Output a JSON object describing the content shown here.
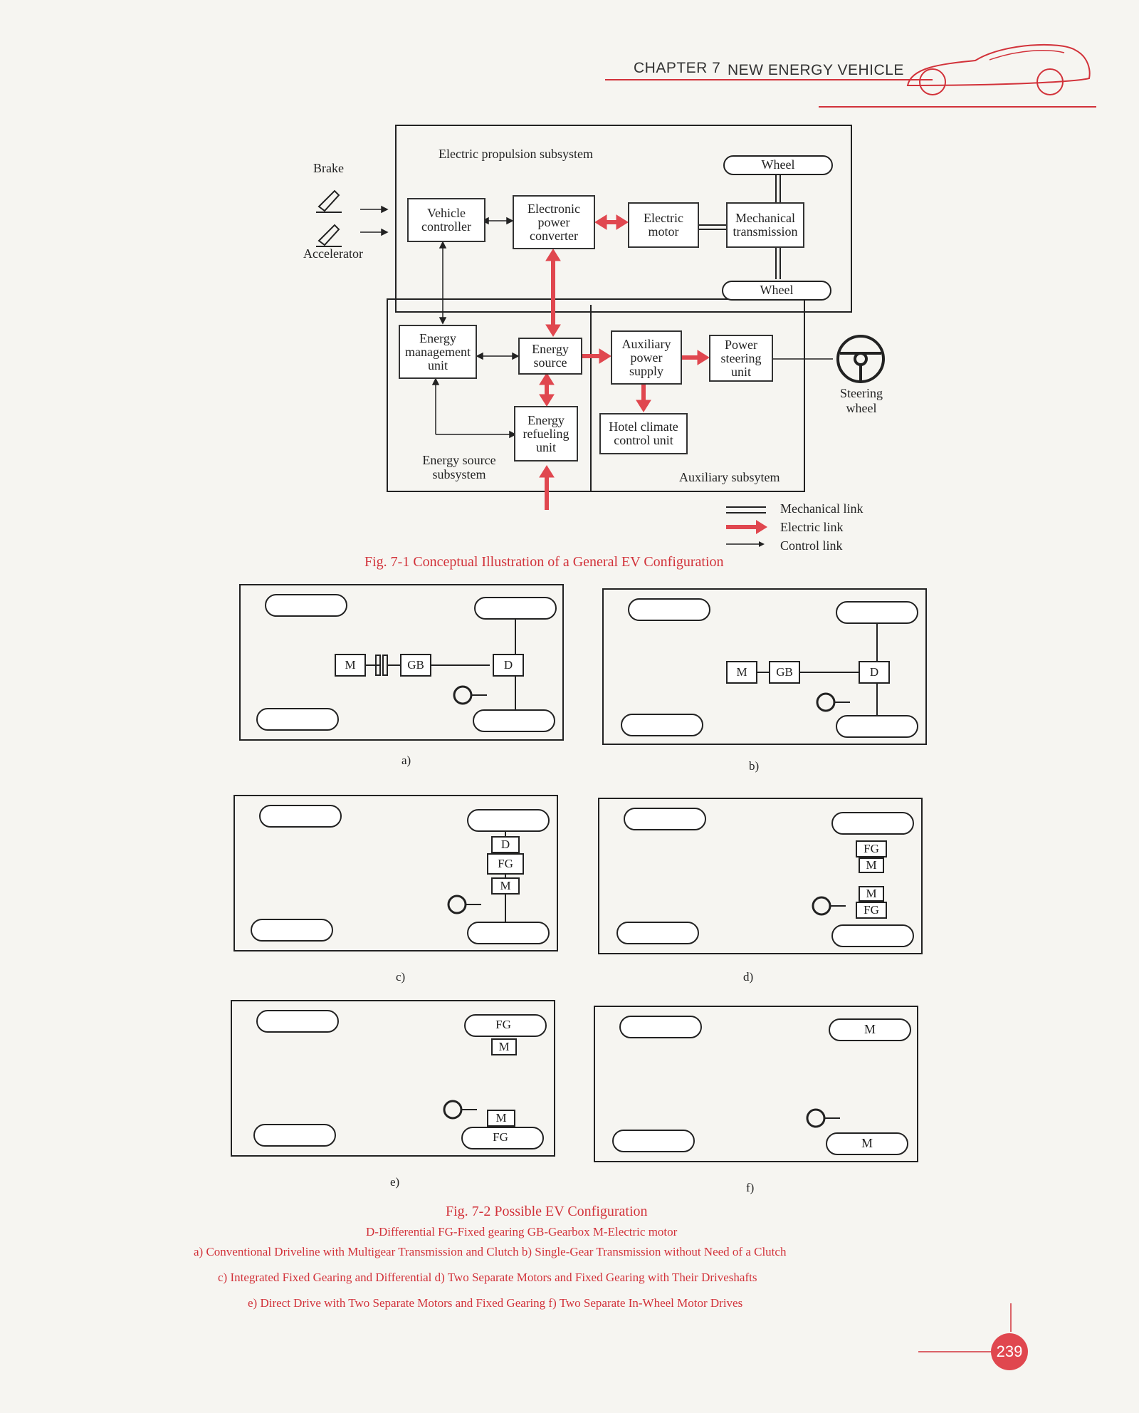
{
  "header": {
    "chapter": "CHAPTER 7",
    "title": "NEW ENERGY VEHICLE"
  },
  "fig1": {
    "labels": {
      "propulsion": "Electric propulsion subsystem",
      "brake": "Brake",
      "accelerator": "Accelerator",
      "wheel_top": "Wheel",
      "wheel_bottom": "Wheel",
      "vehicle_controller": "Vehicle controller",
      "power_converter": "Electronic power converter",
      "electric_motor": "Electric motor",
      "mech_transmission": "Mechanical transmission",
      "energy_mgmt": "Energy management unit",
      "energy_source": "Energy source",
      "aux_power": "Auxiliary power supply",
      "power_steering": "Power steering unit",
      "steering_wheel": "Steering wheel",
      "hotel_climate": "Hotel climate control unit",
      "energy_refueling": "Energy refueling unit",
      "energy_source_subsystem": "Energy source subsystem",
      "aux_subsystem": "Auxiliary subsytem",
      "legend_mech": "Mechanical link",
      "legend_elec": "Electric link",
      "legend_ctrl": "Control link"
    },
    "caption": "Fig. 7-1    Conceptual Illustration of a General EV Configuration"
  },
  "fig2": {
    "panels": {
      "a": {
        "letter": "a)",
        "M": "M",
        "GB": "GB",
        "D": "D"
      },
      "b": {
        "letter": "b)",
        "M": "M",
        "GB": "GB",
        "D": "D"
      },
      "c": {
        "letter": "c)",
        "D": "D",
        "FG": "FG",
        "M": "M"
      },
      "d": {
        "letter": "d)",
        "FG1": "FG",
        "M1": "M",
        "M2": "M",
        "FG2": "FG"
      },
      "e": {
        "letter": "e)",
        "FG1": "FG",
        "M1": "M",
        "M2": "M",
        "FG2": "FG"
      },
      "f": {
        "letter": "f)",
        "M1": "M",
        "M2": "M"
      }
    },
    "caption": "Fig. 7-2   Possible EV Configuration",
    "legend": "D-Differential    FG-Fixed gearing    GB-Gearbox    M-Electric motor",
    "notes": [
      "a)  Conventional Driveline with Multigear Transmission and Clutch     b)  Single-Gear Transmission without Need of a Clutch",
      "c)  Integrated Fixed Gearing and Differential     d)  Two Separate Motors and Fixed Gearing with Their Driveshafts",
      "e)  Direct Drive with Two Separate Motors and Fixed Gearing     f)  Two Separate In-Wheel Motor Drives"
    ]
  },
  "page_number": "239",
  "colors": {
    "accent": "#d2323a"
  }
}
